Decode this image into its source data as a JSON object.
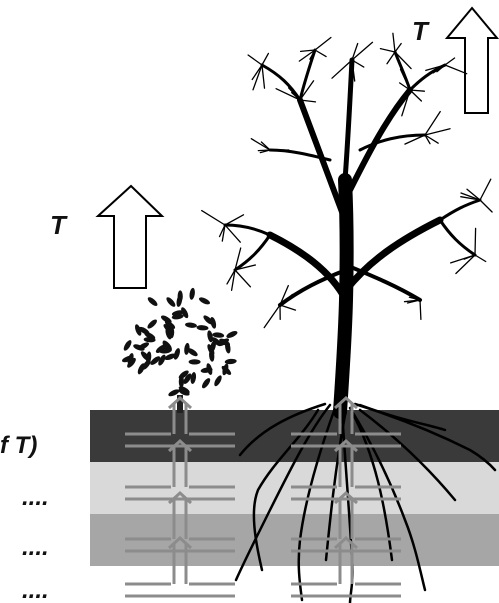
{
  "labels": {
    "t_tall_tree": "T",
    "t_shrub": "T",
    "layer_1": "f T)",
    "layer_2": "....",
    "layer_3": "....",
    "layer_4": "...."
  },
  "colors": {
    "layer_1": "#3a3a3a",
    "layer_2": "#d9d9d9",
    "layer_3": "#a6a6a6",
    "layer_4": "#ffffff",
    "flow_arrows": "#8c8c8c",
    "tree": "#000000"
  },
  "icons": {
    "large_tree": "deciduous-tree-icon",
    "shrub": "leafy-shrub-icon",
    "transpiration_arrow": "outline-up-arrow-icon"
  }
}
